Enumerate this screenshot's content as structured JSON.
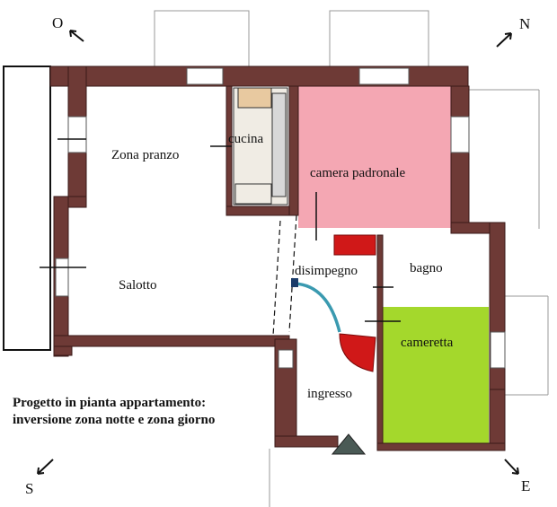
{
  "rooms": {
    "zona_pranzo": "Zona pranzo",
    "cucina": "cucina",
    "camera_padronale": "camera padronale",
    "salotto": "Salotto",
    "disimpegno": "disimpegno",
    "bagno": "bagno",
    "cameretta": "cameretta",
    "ingresso": "ingresso"
  },
  "caption": {
    "line1": "Progetto in pianta appartamento:",
    "line2": "inversione zona notte e zona giorno"
  },
  "compass": {
    "northwest": "O",
    "northeast": "N",
    "southwest": "S",
    "southeast": "E"
  },
  "colors": {
    "wall": "#6e3a36",
    "wall_outline": "#3a1a18",
    "master_bedroom": "#f4a7b3",
    "small_bedroom": "#a4d82c",
    "red_fixture": "#d01818",
    "door_swing": "#3a9ab0",
    "entrance_marker": "#4a5a55"
  }
}
